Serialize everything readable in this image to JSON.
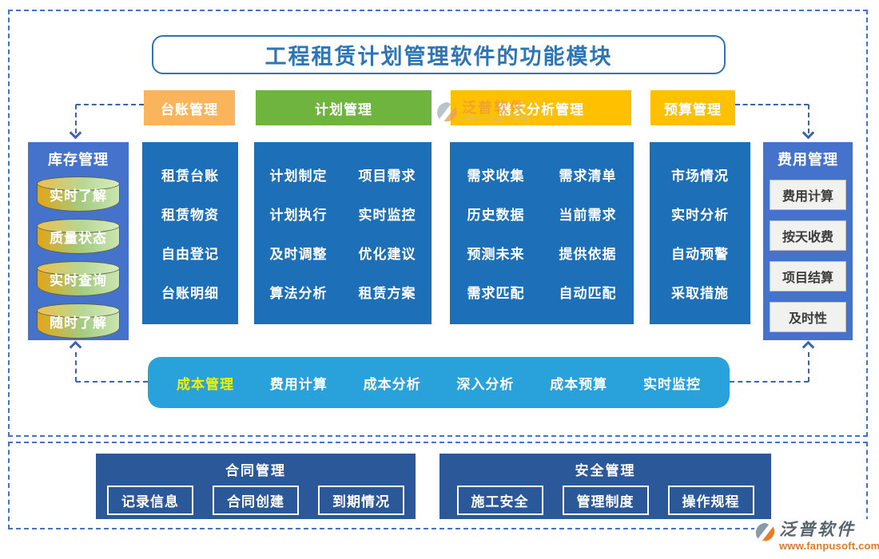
{
  "title": "工程租赁计划管理软件的功能模块",
  "headers": [
    {
      "label": "台账管理",
      "color": "#F9B45C"
    },
    {
      "label": "计划管理",
      "color": "#6FB43E"
    },
    {
      "label": "需求分析管理",
      "color": "#FFC000"
    },
    {
      "label": "预算管理",
      "color": "#FFC000"
    }
  ],
  "left_panel": {
    "title": "库存管理",
    "items": [
      "实时了解",
      "质量状态",
      "实时查询",
      "随时了解"
    ]
  },
  "right_panel": {
    "title": "费用管理",
    "items": [
      "费用计算",
      "按天收费",
      "项目结算",
      "及时性"
    ]
  },
  "columns": [
    {
      "header": "台账管理",
      "items": [
        "租赁台账",
        "租赁物资",
        "自由登记",
        "台账明细"
      ]
    },
    {
      "header": "计划管理",
      "rows": [
        [
          "计划制定",
          "项目需求"
        ],
        [
          "计划执行",
          "实时监控"
        ],
        [
          "及时调整",
          "优化建议"
        ],
        [
          "算法分析",
          "租赁方案"
        ]
      ]
    },
    {
      "header": "需求分析管理",
      "rows": [
        [
          "需求收集",
          "需求清单"
        ],
        [
          "历史数据",
          "当前需求"
        ],
        [
          "预测未来",
          "提供依据"
        ],
        [
          "需求匹配",
          "自动匹配"
        ]
      ]
    },
    {
      "header": "预算管理",
      "items": [
        "市场情况",
        "实时分析",
        "自动预警",
        "采取措施"
      ]
    }
  ],
  "cost_bar": {
    "items": [
      "成本管理",
      "费用计算",
      "成本分析",
      "深入分析",
      "成本预算",
      "实时监控"
    ],
    "highlight_color": "#EFF000"
  },
  "bottom_sections": [
    {
      "title": "合同管理",
      "buttons": [
        "记录信息",
        "合同创建",
        "到期情况"
      ]
    },
    {
      "title": "安全管理",
      "buttons": [
        "施工安全",
        "管理制度",
        "操作规程"
      ]
    }
  ],
  "watermark": {
    "name": "泛普软件",
    "sub": "FANPU SOFTWARE"
  },
  "logo": {
    "name": "泛普软件",
    "url": "www.fanpusoft.com"
  },
  "colors": {
    "column_blue": "#1D70B7",
    "panel_blue": "#4573CB",
    "bar_blue": "#29A2DC",
    "bottom_navy": "#2B5899",
    "title_blue": "#2E75B6",
    "dash_blue": "#4472C4",
    "orange_header": "#F9B45C",
    "green_header": "#6FB43E",
    "yellow_header": "#FFC000",
    "brand_orange": "#E87722"
  }
}
